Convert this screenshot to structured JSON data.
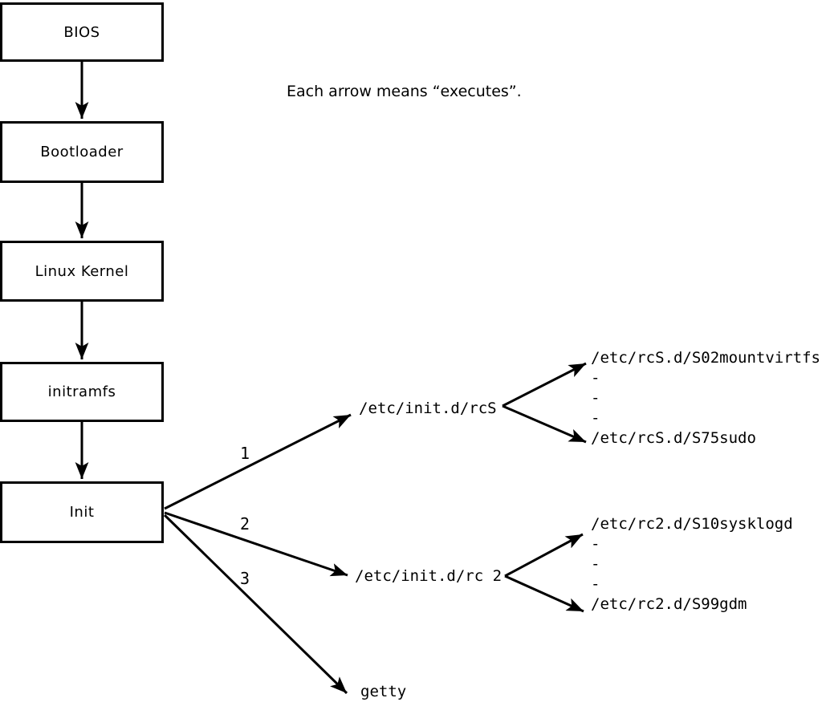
{
  "title": "Each arrow means “executes”.",
  "chain": [
    {
      "label": "BIOS"
    },
    {
      "label": "Bootloader"
    },
    {
      "label": "Linux Kernel"
    },
    {
      "label": "initramfs"
    },
    {
      "label": "Init"
    }
  ],
  "init_branches": {
    "labels": {
      "first": "1",
      "second": "2",
      "third": "3"
    },
    "targets": {
      "rcS": "/etc/init.d/rcS",
      "rc2": "/etc/init.d/rc 2",
      "getty": "getty"
    }
  },
  "fan_rcS": {
    "items": [
      "/etc/rcS.d/S02mountvirtfs",
      "-",
      "-",
      "-",
      "/etc/rcS.d/S75sudo"
    ]
  },
  "fan_rc2": {
    "items": [
      "/etc/rc2.d/S10sysklogd",
      "-",
      "-",
      "-",
      "/etc/rc2.d/S99gdm"
    ]
  },
  "colors": {
    "line": "#000000",
    "background": "#ffffff"
  }
}
